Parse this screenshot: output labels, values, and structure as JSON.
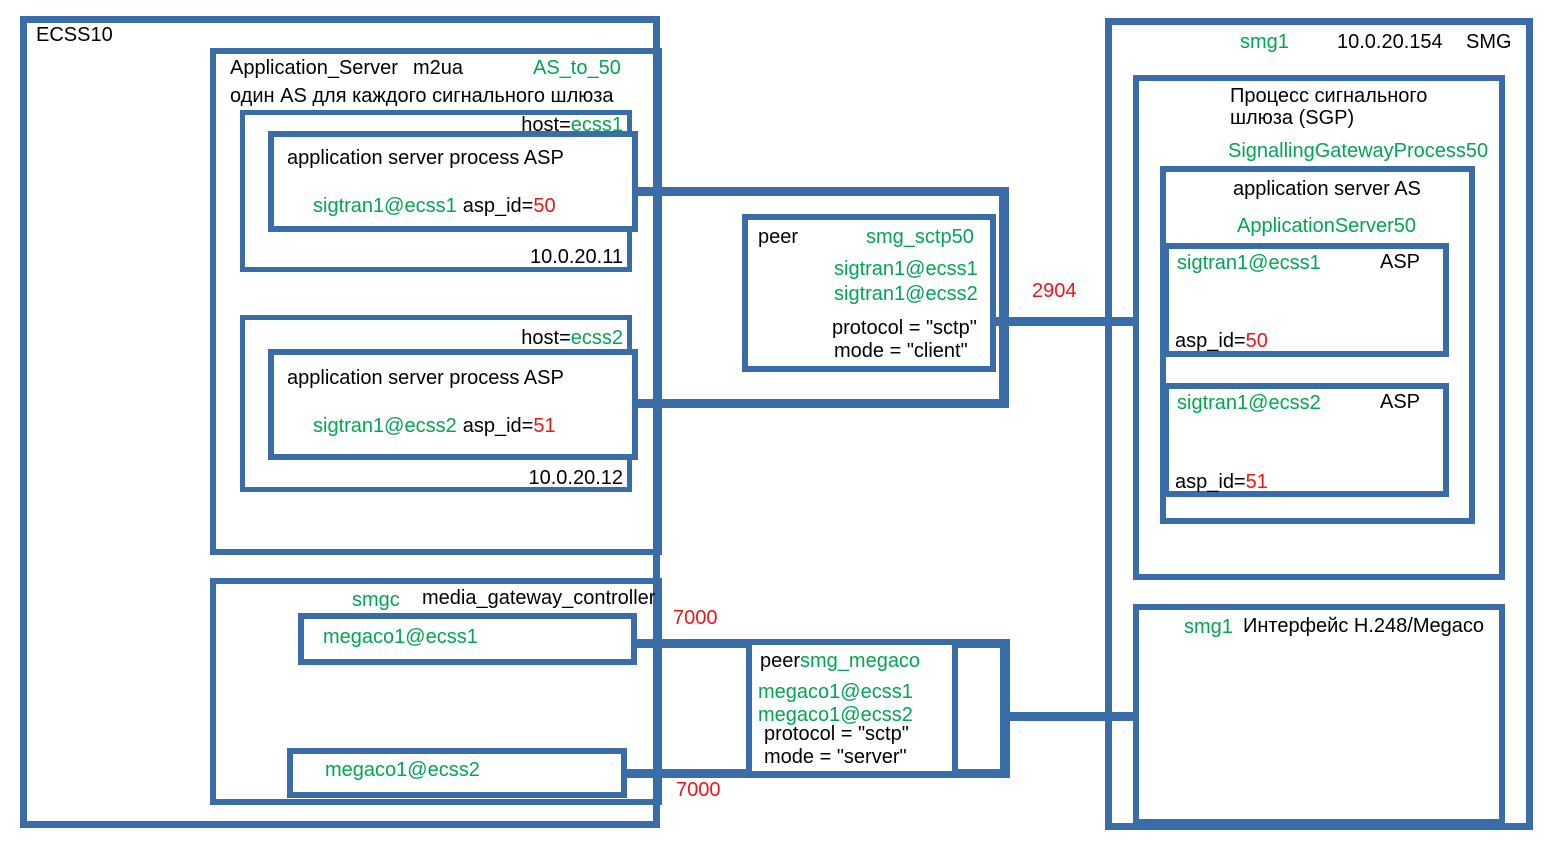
{
  "colors": {
    "box_border": "#3A6CA8",
    "green": "#00A651",
    "red": "#F21414",
    "text": "#000000"
  },
  "ecss10": {
    "title": "ECSS10",
    "app_server": {
      "name": "Application_Server",
      "protocol": "m2ua",
      "as_name": "AS_to_50",
      "note": "один AS для каждого сигнального шлюза",
      "hosts": [
        {
          "host_prefix": "host=",
          "host": "ecss1",
          "process_title": "application server process ASP",
          "endpoint": "sigtran1@ecss1",
          "asp_id_label": "asp_id=",
          "asp_id": "50",
          "ip": "10.0.20.11"
        },
        {
          "host_prefix": "host=",
          "host": "ecss2",
          "process_title": "application server process ASP",
          "endpoint": "sigtran1@ecss2",
          "asp_id_label": "asp_id=",
          "asp_id": "51",
          "ip": "10.0.20.12"
        }
      ]
    },
    "smgc": {
      "name": "smgc",
      "type": "media_gateway_controller",
      "endpoints": [
        "megaco1@ecss1",
        "megaco1@ecss2"
      ]
    }
  },
  "peers": {
    "sctp": {
      "label": "peer",
      "name": "smg_sctp50",
      "endpoints": [
        "sigtran1@ecss1",
        "sigtran1@ecss2"
      ],
      "protocol": "protocol = \"sctp\"",
      "mode": "mode = \"client\""
    },
    "megaco": {
      "label": "peer",
      "name": "smg_megaco",
      "endpoints": [
        "megaco1@ecss1",
        "megaco1@ecss2"
      ],
      "protocol": "protocol = \"sctp\"",
      "mode": "mode = \"server\""
    }
  },
  "ports": {
    "sctp": "2904",
    "megaco_ecss1": "7000",
    "megaco_ecss2": "7000"
  },
  "smg": {
    "name": "smg1",
    "ip": "10.0.20.154",
    "title": "SMG",
    "sgp": {
      "title_line1": "Процесс сигнального",
      "title_line2": "шлюза (SGP)",
      "name": "SignallingGatewayProcess50"
    },
    "as": {
      "title": "application server AS",
      "name": "ApplicationServer50",
      "asps": [
        {
          "endpoint": "sigtran1@ecss1",
          "label": "ASP",
          "asp_id_label": "asp_id=",
          "asp_id": "50"
        },
        {
          "endpoint": "sigtran1@ecss2",
          "label": "ASP",
          "asp_id_label": "asp_id=",
          "asp_id": "51"
        }
      ]
    },
    "megaco_interface": {
      "name": "smg1",
      "title": "Интерфейс H.248/Megaco"
    }
  }
}
